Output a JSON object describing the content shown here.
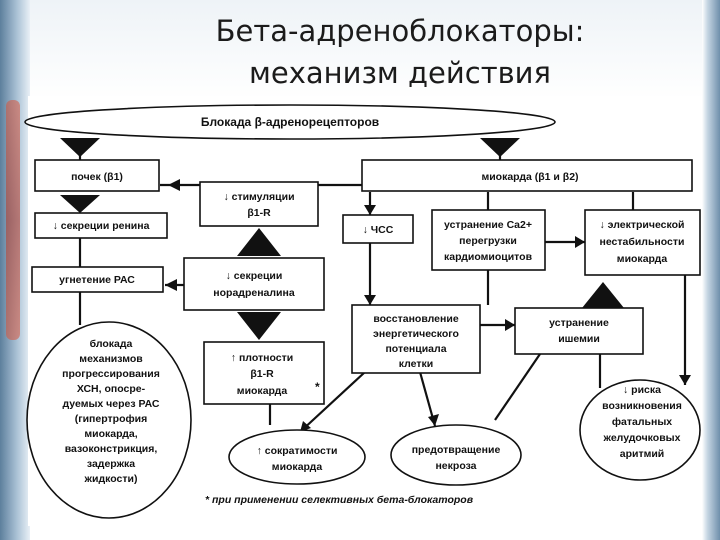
{
  "slide": {
    "title_line1": "Бета-адреноблокаторы:",
    "title_line2": "механизм действия"
  },
  "diagram": {
    "top_ellipse": "Блокада β-адренорецепторов",
    "kidney": "почек (β1)",
    "myocardium": "миокарда (β1 и β2)",
    "stim_line1": "↓ стимуляции",
    "stim_line2": "β1-R",
    "renin": "↓ секреции ренина",
    "hr": "↓ ЧСС",
    "ca_line1": "устранение Ca2+",
    "ca_line2": "перегрузки",
    "ca_line3": "кардиомиоцитов",
    "elec_line1": "↓ электрической",
    "elec_line2": "нестабильности",
    "elec_line3": "миокарда",
    "ras": "угнетение РАС",
    "norad_line1": "↓ секреции",
    "norad_line2": "норадреналина",
    "energy_line1": "восстановление",
    "energy_line2": "энергетического",
    "energy_line3": "потенциала",
    "energy_line4": "клетки",
    "ischemia_line1": "устранение",
    "ischemia_line2": "ишемии",
    "density_line1": "↑ плотности",
    "density_line2": "β1-R",
    "density_line3": "миокарда",
    "density_star": "*",
    "block_lines": [
      "блокада",
      "механизмов",
      "прогрессирования",
      "ХСН, опосре-",
      "дуемых через РАС",
      "(гипертрофия",
      "миокарда,",
      "вазоконстрикция,",
      "задержка",
      "жидкости)"
    ],
    "risk_lines": [
      "↓ риска",
      "возникновения",
      "фатальных",
      "желудочковых",
      "аритмий"
    ],
    "contract_line1": "↑ сократимости",
    "contract_line2": "миокарда",
    "necrosis_line1": "предотвращение",
    "necrosis_line2": "некроза",
    "footnote": "* при применении селективных бета-блокаторов"
  }
}
